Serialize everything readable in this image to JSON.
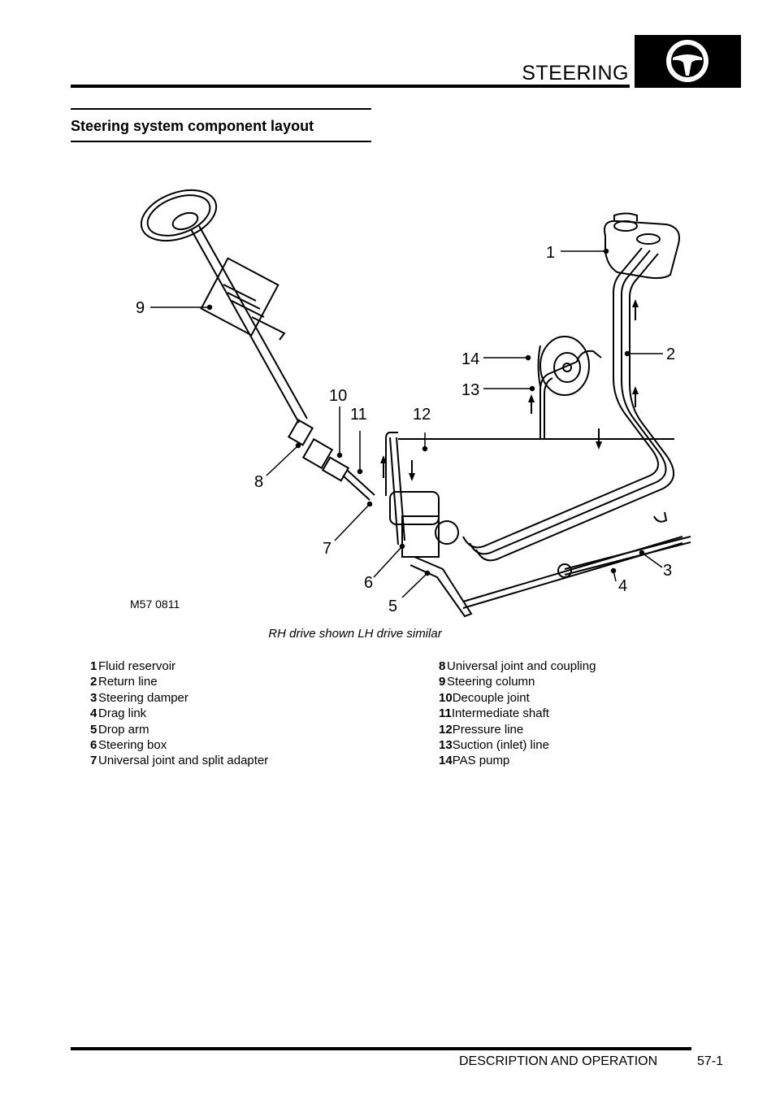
{
  "header": {
    "section_title": "STEERING",
    "logo_icon": "steering-wheel-icon"
  },
  "section": {
    "title": "Steering system component layout"
  },
  "figure": {
    "code": "M57 0811",
    "caption": "RH drive shown LH drive similar",
    "callouts": [
      "1",
      "2",
      "3",
      "4",
      "5",
      "6",
      "7",
      "8",
      "9",
      "10",
      "11",
      "12",
      "13",
      "14"
    ]
  },
  "legend": {
    "left": [
      {
        "num": "1",
        "label": "Fluid reservoir"
      },
      {
        "num": "2",
        "label": "Return line"
      },
      {
        "num": "3",
        "label": "Steering damper"
      },
      {
        "num": "4",
        "label": "Drag link"
      },
      {
        "num": "5",
        "label": "Drop arm"
      },
      {
        "num": "6",
        "label": "Steering box"
      },
      {
        "num": "7",
        "label": "Universal joint and split adapter"
      }
    ],
    "right": [
      {
        "num": "8",
        "label": "Universal joint and coupling"
      },
      {
        "num": "9",
        "label": "Steering column"
      },
      {
        "num": "10",
        "label": "Decouple joint"
      },
      {
        "num": "11",
        "label": "Intermediate shaft"
      },
      {
        "num": "12",
        "label": "Pressure line"
      },
      {
        "num": "13",
        "label": "Suction (inlet) line"
      },
      {
        "num": "14",
        "label": "PAS pump"
      }
    ]
  },
  "footer": {
    "section_name": "DESCRIPTION AND OPERATION",
    "page_number": "57-1"
  }
}
